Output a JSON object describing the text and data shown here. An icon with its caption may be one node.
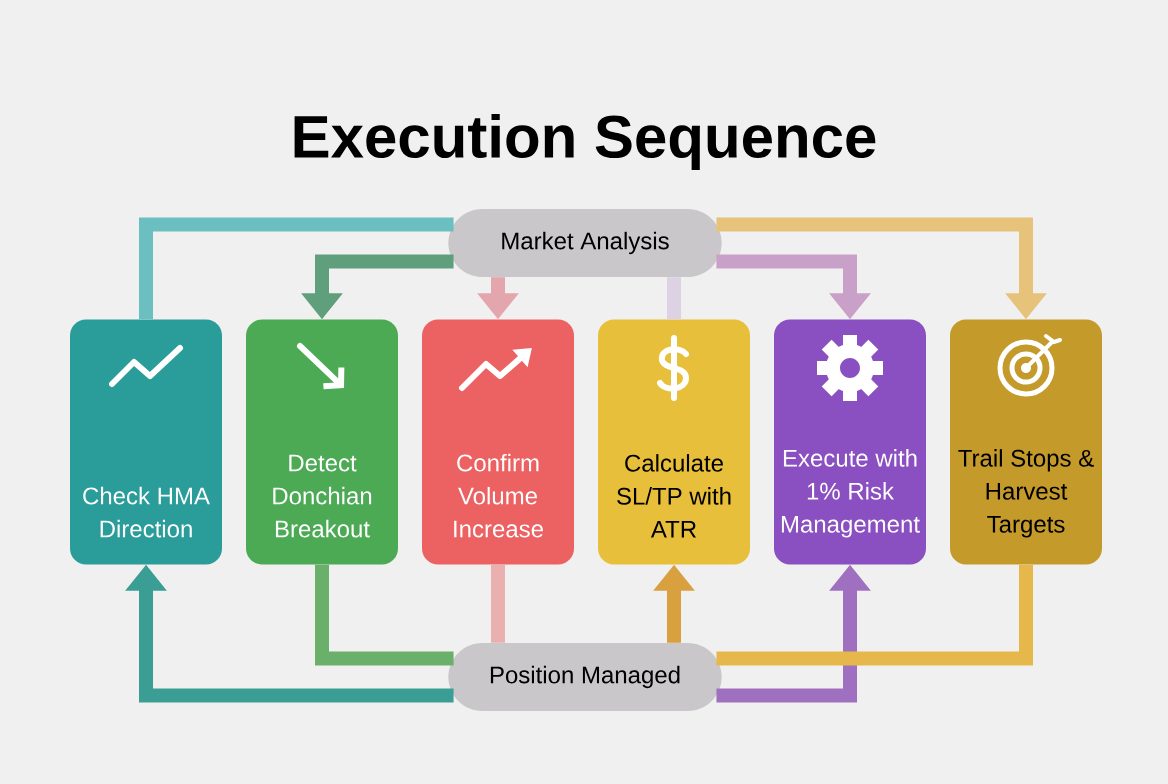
{
  "diagram": {
    "title": "Execution Sequence",
    "nodes": [
      {
        "text": [
          "Market Analysis"
        ]
      },
      {
        "text": [
          "Check HMA Direction"
        ]
      },
      {
        "text": [
          "Detect Donchian Breakout"
        ]
      },
      {
        "text": [
          "Confirm Volume Increase"
        ]
      },
      {
        "text": [
          "Calculate SL/TP with ATR"
        ]
      },
      {
        "text": [
          "Execute with 1% Risk Management"
        ]
      },
      {
        "text": [
          "Trail Stops & Harvest Targets"
        ]
      },
      {
        "text": [
          "Position Managed"
        ]
      }
    ],
    "edges": [
      {
        "from": 1,
        "to": 0,
        "arrow": "none",
        "color": "#6bbfc0"
      },
      {
        "from": 0,
        "to": 2,
        "arrow": "to",
        "color": "#5f9f7c"
      },
      {
        "from": 0,
        "to": 3,
        "arrow": "to",
        "color": "#e4a6ad"
      },
      {
        "from": 4,
        "to": 0,
        "arrow": "none",
        "color": "#ddd2e4"
      },
      {
        "from": 0,
        "to": 5,
        "arrow": "to",
        "color": "#c9a0c8"
      },
      {
        "from": 0,
        "to": 6,
        "arrow": "to",
        "color": "#e6c27a"
      },
      {
        "from": 7,
        "to": 1,
        "arrow": "to",
        "color": "#3a9e95"
      },
      {
        "from": 2,
        "to": 7,
        "arrow": "none",
        "color": "#6ab06b"
      },
      {
        "from": 3,
        "to": 7,
        "arrow": "none",
        "color": "#eab0b0"
      },
      {
        "from": 7,
        "to": 4,
        "arrow": "to",
        "color": "#d9a040"
      },
      {
        "from": 7,
        "to": 5,
        "arrow": "to",
        "color": "#a070c0"
      },
      {
        "from": 6,
        "to": 7,
        "arrow": "none",
        "color": "#e6b84c"
      }
    ]
  }
}
